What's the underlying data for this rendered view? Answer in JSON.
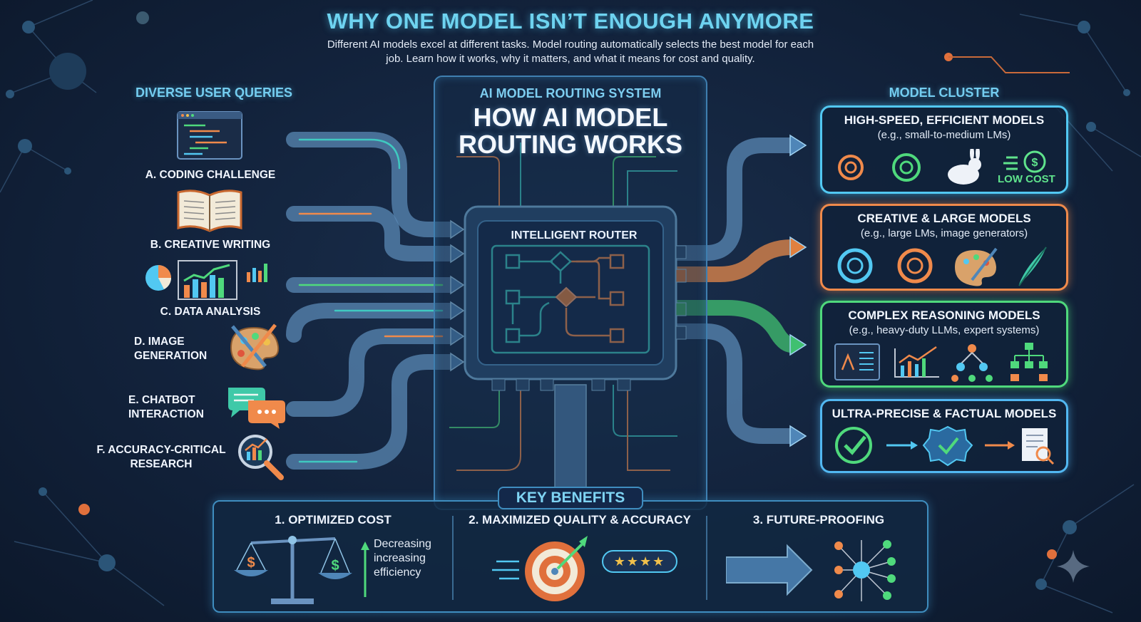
{
  "header": {
    "title": "WHY ONE MODEL ISN’T ENOUGH ANYMORE",
    "subtitle_line1": "Different AI models excel at different tasks. Model routing automatically selects the best model for each",
    "subtitle_line2": "job. Learn how it works, why it matters, and what it means for cost and quality."
  },
  "queries": {
    "heading": "DIVERSE USER QUERIES",
    "items": [
      {
        "line1": "A. CODING CHALLENGE",
        "line2": "",
        "icon": "code-window-icon"
      },
      {
        "line1": "B. CREATIVE WRITING",
        "line2": "",
        "icon": "open-book-icon"
      },
      {
        "line1": "C. DATA ANALYSIS",
        "line2": "",
        "icon": "charts-icon"
      },
      {
        "line1": "D. IMAGE",
        "line2": "GENERATION",
        "icon": "paint-palette-icon"
      },
      {
        "line1": "E. CHATBOT",
        "line2": "INTERACTION",
        "icon": "chat-bubbles-icon"
      },
      {
        "line1": "F. ACCURACY-CRITICAL",
        "line2": "RESEARCH",
        "icon": "magnifier-chart-icon"
      }
    ]
  },
  "router": {
    "system_label": "AI MODEL ROUTING SYSTEM",
    "title_line1": "HOW AI MODEL",
    "title_line2": "ROUTING WORKS",
    "chip_label": "INTELLIGENT ROUTER"
  },
  "cluster": {
    "heading": "MODEL CLUSTER",
    "groups": [
      {
        "title": "HIGH-SPEED, EFFICIENT MODELS",
        "subtitle": "(e.g., small-to-medium LMs)",
        "badge": "LOW COST",
        "color": "#52c8f2"
      },
      {
        "title": "CREATIVE & LARGE MODELS",
        "subtitle": "(e.g., large LMs, image generators)",
        "badge": "",
        "color": "#f08a4b"
      },
      {
        "title": "COMPLEX REASONING MODELS",
        "subtitle": "(e.g., heavy-duty LLMs, expert systems)",
        "badge": "",
        "color": "#4fd97c"
      },
      {
        "title": "ULTRA-PRECISE & FACTUAL MODELS",
        "subtitle": "",
        "badge": "",
        "color": "#52b8f2"
      }
    ]
  },
  "benefits": {
    "title": "KEY BENEFITS",
    "items": [
      {
        "title": "1. OPTIMIZED COST",
        "note_line1": "Decreasing",
        "note_line2": "increasing",
        "note_line3": "efficiency"
      },
      {
        "title": "2. MAXIMIZED QUALITY & ACCURACY"
      },
      {
        "title": "3. FUTURE-PROOFING"
      }
    ],
    "stars": "★★★★"
  },
  "colors": {
    "cyan": "#52c8f2",
    "orange": "#f08a4b",
    "green": "#4fd97c",
    "teal": "#3fc9c0",
    "pipe": "#5b84ad"
  }
}
